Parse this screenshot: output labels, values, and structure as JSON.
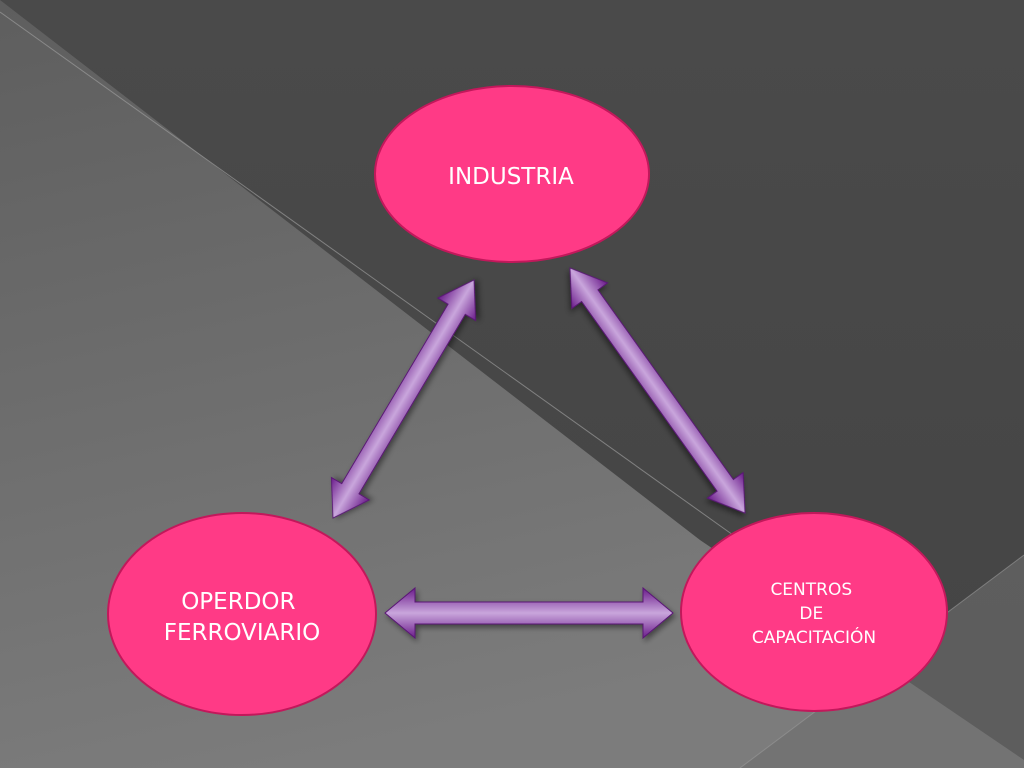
{
  "diagram": {
    "type": "triangle-relationship",
    "colors": {
      "background_dark": "#464646",
      "background_light": "#7a7a7a",
      "node_fill": "#ff3a86",
      "node_stroke": "#c2185b",
      "arrow_dark": "#6a1b8a",
      "arrow_light": "#c9a6dc",
      "label_text": "#ffffff"
    },
    "nodes": {
      "industria": {
        "lines": [
          "INDUSTRIA"
        ]
      },
      "operador": {
        "lines": [
          "OPERDOR",
          "FERROVIARIO"
        ]
      },
      "centros": {
        "lines": [
          "CENTROS",
          "DE",
          "CAPACITACIÓN"
        ]
      }
    },
    "connections": [
      {
        "from": "operador",
        "to": "industria",
        "style": "double-arrow"
      },
      {
        "from": "industria",
        "to": "centros",
        "style": "double-arrow"
      },
      {
        "from": "operador",
        "to": "centros",
        "style": "double-arrow"
      }
    ]
  }
}
